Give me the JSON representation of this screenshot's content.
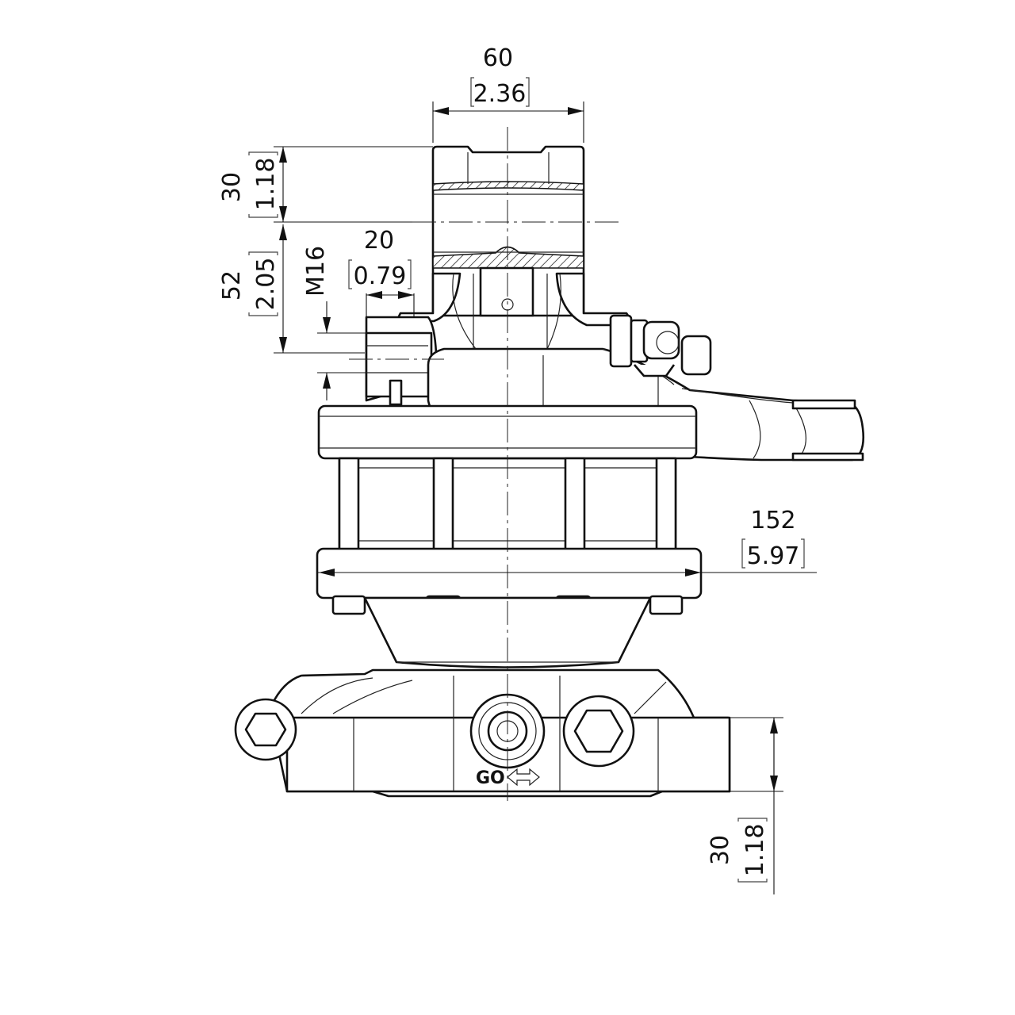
{
  "drawing": {
    "marking": "GO",
    "dimensions": {
      "top_width": {
        "metric": "60",
        "imperial": "2.36"
      },
      "top_height": {
        "metric": "30",
        "imperial": "1.18"
      },
      "upper_height": {
        "metric": "52",
        "imperial": "2.05"
      },
      "thread": {
        "label": "M16"
      },
      "thread_width": {
        "metric": "20",
        "imperial": "0.79"
      },
      "flange_diameter": {
        "metric": "152",
        "imperial": "5.97"
      },
      "bottom_height": {
        "metric": "30",
        "imperial": "1.18"
      }
    }
  }
}
